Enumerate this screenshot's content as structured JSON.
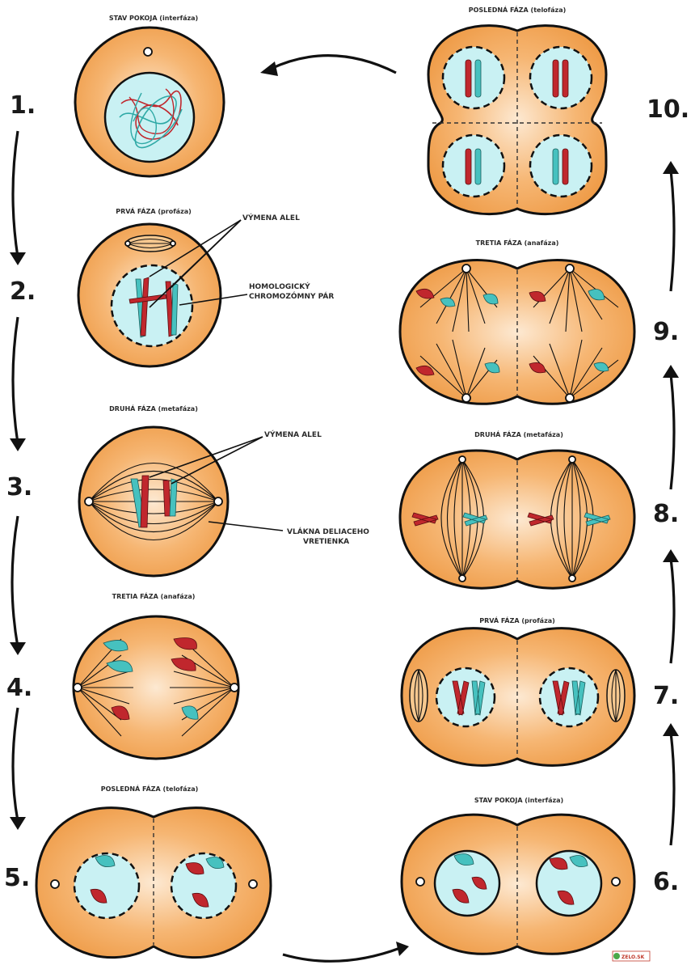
{
  "labels": {
    "stage1": "STAV POKOJA (interfáza)",
    "stage2": "PRVÁ FÁZA (profáza)",
    "stage3": "DRUHÁ FÁZA (metafáza)",
    "stage4": "TRETIA FÁZA (anafáza)",
    "stage5": "POSLEDNÁ FÁZA (telofáza)",
    "stage6": "STAV POKOJA (interfáza)",
    "stage7": "PRVÁ FÁZA (profáza)",
    "stage8": "DRUHÁ FÁZA (metafáza)",
    "stage9": "TRETIA FÁZA (anafáza)",
    "stage10": "POSLEDNÁ FÁZA (telofáza)"
  },
  "callouts": {
    "crossing_over_1": "VÝMENA ALEL",
    "homologous_pair_line1": "HOMOLOGICKÝ",
    "homologous_pair_line2": "CHROMOZÓMNY PÁR",
    "crossing_over_2": "VÝMENA ALEL",
    "spindle_line1": "VLÁKNA DELIACEHO",
    "spindle_line2": "VRETIENKA"
  },
  "step_numbers": [
    "1.",
    "2.",
    "3.",
    "4.",
    "5.",
    "6.",
    "7.",
    "8.",
    "9.",
    "10."
  ],
  "logo_text": "ZELO.SK",
  "colors": {
    "cell_fill": "#f2a55a",
    "nucleus_fill": "#c9f1f3",
    "chromosome_red": "#c0272d",
    "chromosome_teal": "#46c1bf"
  }
}
